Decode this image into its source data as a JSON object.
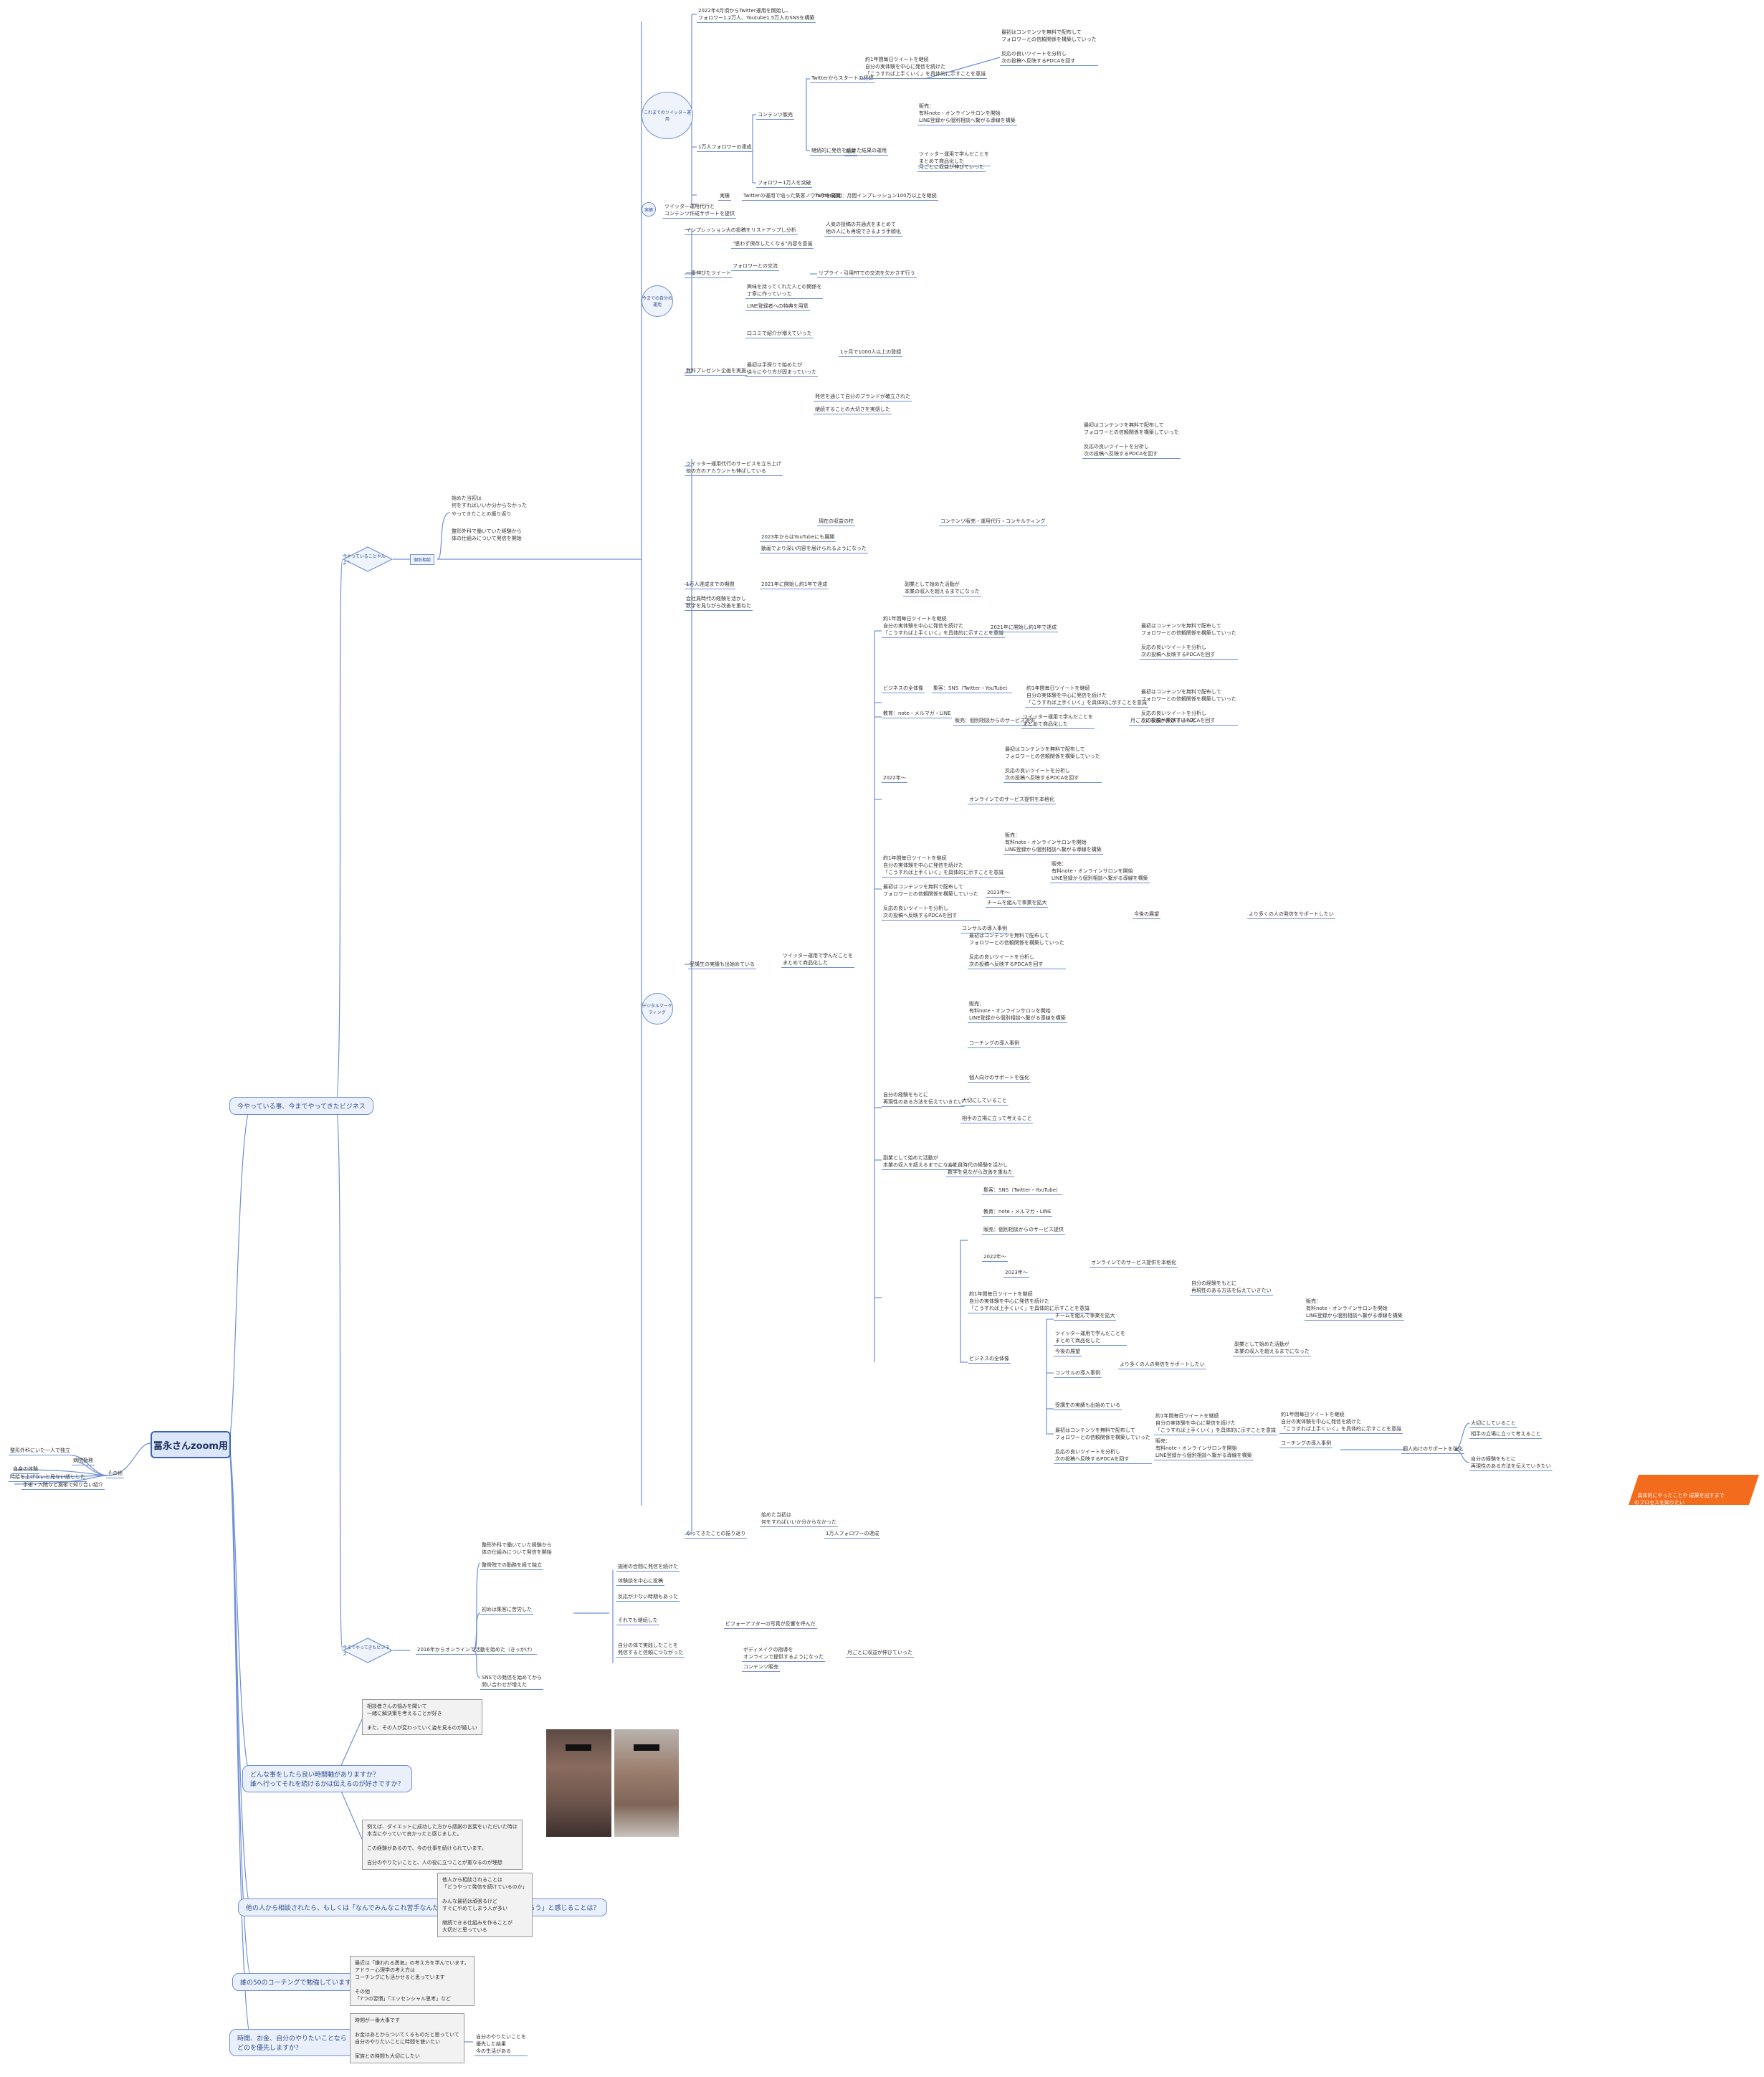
{
  "root": {
    "label": "冨永さんzoom用"
  },
  "colors": {
    "branch_line": "#6e8fd6",
    "accent_orange": "#f36b1c",
    "root_border": "#3c62b8"
  },
  "left": {
    "hub": "その他",
    "items": [
      "整形外科にいた一人で独立",
      "病院勤務",
      "自身の体験",
      "時給を上げないと見ない話しした",
      "手術・入院など施術で知り合い紹介"
    ]
  },
  "branches": [
    {
      "label": "今やっている事、今までやってきたビジネス"
    },
    {
      "label": "どんな事をしたら良い時間軸がありますか？\n誰へ行ってそれを続けるかは伝えるのが好きですか？"
    },
    {
      "label": "他の人から相談されたら、もしくは「なんでみんなこれ苦手なんだろう」あんまりそうしないんだろう」と感じることは？"
    },
    {
      "label": "誰の50のコーチングで勉強していますか？"
    },
    {
      "label": "時間、お金、自分のやりたいことなら\nどのを優先しますか？"
    }
  ],
  "diamonds": [
    {
      "label": "今やっていることやんよ？"
    },
    {
      "label": "今までやってきたビジネス"
    }
  ],
  "tag_small": "個別相談",
  "circles": [
    {
      "label": "これまでのツイッター運用"
    },
    {
      "label": "実績"
    },
    {
      "label": "今までの自分の運用"
    },
    {
      "label": "デジタルマーケティング"
    }
  ],
  "texts": {
    "t1": "2022年4月頃からTwitter運用を開始し、\nフォロワー1.2万人、Youtube1.5万人のSNSを構築",
    "t2": "Twitterからスタートの経緯",
    "t3": "約1年間毎日ツイートを継続\n自分の実体験を中心に発信を続けた\n「こうすれば上手くいく」を具体的に示すことを意識",
    "t4": "最初はコンテンツを無料で配布して\nフォロワーとの信頼関係を構築していった\n\n反応の良いツイートを分析し\n次の投稿へ反映するPDCAを回す",
    "t5": "コンテンツ販売",
    "t6": "1万人フォロワーの達成",
    "t7": "継続的に発信を続けた結果の運用",
    "t8": "結果",
    "t9": "販売：\n有料note・オンラインサロンを開始\nLINE登録から個別相談へ繋がる導線を構築",
    "t10": "ツイッター運用で学んだことを\nまとめて商品化した",
    "t11": "月ごとに収益が伸びていった",
    "t12": "フォロワー1万人を突破",
    "t13": "Twitterの運用で培った集客ノウハウを展開",
    "t14": "実績",
    "t15": "Twitter運用：月間インプレッション100万以上を継続",
    "t16": "ツイッター運用代行と\nコンテンツ作成サポートを提供",
    "t17": "インプレッション大の投稿をリストアップし分析",
    "t18": "人気の投稿の共通点をまとめて\n他の人にも再現できるよう手順化",
    "t19": "一番伸びたツイート",
    "t20": "\"思わず保存したくなる\"内容を意識",
    "t21": "フォロワーとの交流",
    "t22": "リプライ・引用RTでの交流を欠かさず行う",
    "t23": "興味を持ってくれた人との関係を\n丁寧に作っていった",
    "t24": "無料プレゼント企画を実施",
    "t25": "LINE登録者への特典を用意",
    "t26": "口コミで紹介が増えていった",
    "t27": "1ヶ月で1000人以上の登録",
    "t28": "最初は手探りで始めたが\n徐々にやり方が固まっていった",
    "t29": "発信を通じて自分のブランドが確立された",
    "t30": "継続することの大切さを実感した",
    "t31": "ツイッター運用代行のサービスを立ち上げ\n他の方のアカウントも伸ばしている",
    "t32": "現在の収益の柱",
    "t33": "コンテンツ販売・運用代行・コンサルティング",
    "t34": "2023年からはYouTubeにも展開",
    "t35": "動画でより深い内容を届けられるようになった",
    "t36": "1万人達成までの期間",
    "t37": "2021年に開始し約1年で達成",
    "t38": "副業として始めた活動が\n本業の収入を超えるまでになった",
    "t39": "会社員時代の経験を活かし\n数字を見ながら改善を重ねた",
    "t40": "ビジネスの全体像",
    "t41": "集客：SNS（Twitter・YouTube）",
    "t42": "教育：note・メルマガ・LINE",
    "t43": "販売：個別相談からのサービス提供",
    "t44": "2022年〜",
    "t45": "オンラインでのサービス提供を本格化",
    "t46": "2023年〜",
    "t47": "チームを組んで事業を拡大",
    "t48": "今後の展望",
    "t49": "より多くの人の発信をサポートしたい",
    "t50": "コンサルの導入事例",
    "t51": "受講生の実績も出始めている",
    "t52": "コーチングの導入事例",
    "t53": "個人向けのサポートを強化",
    "t54": "自分の経験をもとに\n再現性のある方法を伝えていきたい",
    "t55": "大切にしていること",
    "t56": "相手の立場に立って考えること",
    "t57": "始めた当初は\n何をすればいいか分からなかった",
    "t58": "やってきたことの振り返り",
    "t59": "整形外科で働いていた経験から\n体の仕組みについて発信を開始",
    "t60": "2016年からオンラインで活動を始めた（きっかけ）",
    "t61": "整骨院での勤務を経て独立",
    "t62": "初めは集客に苦労した",
    "t63": "SNSでの発信を始めてから\n問い合わせが増えた",
    "t64": "施術の合間に発信を続けた",
    "t65": "体験談を中心に投稿",
    "t66": "反応が少ない時期もあった",
    "t67": "それでも継続した",
    "t68": "ビフォーアフターの写真が反響を呼んだ",
    "t69": "自分の体で実践したことを\n発信すると信頼につながった",
    "t70": "ボディメイクの指導を\nオンラインで提供するようになった"
  },
  "boxes": {
    "b1": "相談者さんの悩みを聞いて\n一緒に解決策を考えることが好き\n\nまた、その人が変わっていく姿を見るのが嬉しい",
    "b2": "例えば、ダイエットに成功した方から感謝の言葉をいただいた時は\n本当にやっていて良かったと感じました。\n\nこの経験があるので、今の仕事を続けられています。\n\n自分のやりたいことと、人の役に立つことが重なるのが理想",
    "b3": "他人から相談されることは\n「どうやって発信を続けているのか」\n\nみんな最初は頑張るけど\nすぐにやめてしまう人が多い\n\n継続できる仕組みを作ることが\n大切だと思っている",
    "b4": "最近は「嫌われる勇気」の考え方を学んでいます。\nアドラー心理学の考え方は\nコーチングにも活かせると思っています\n\nその他\n「7つの習慣」「エッセンシャル思考」など",
    "b5": "時間が一番大事です\n\nお金はあとからついてくるものだと思っていて\n自分のやりたいことに時間を使いたい\n\n家族との時間も大切にしたい",
    "b6": "自分のやりたいことを\n優先した結果\n今の生活がある"
  },
  "orange": {
    "text": "具体的にやったことや 成果を出すまで\nのプロセスを知りたい\nどこでつまずいたか知りたい"
  },
  "photo": {
    "left_alt": "before-photo",
    "right_alt": "after-photo"
  }
}
